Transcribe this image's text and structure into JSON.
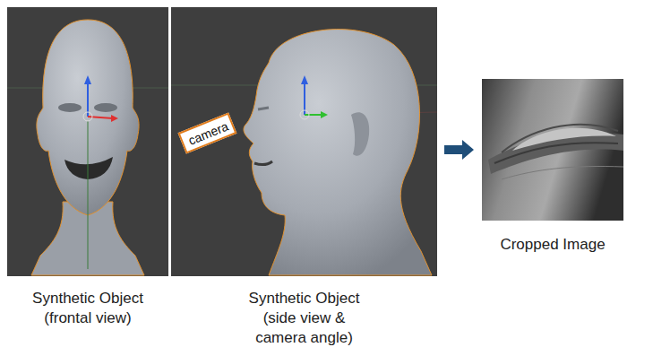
{
  "diagram": {
    "nodes": [
      {
        "text": [
          "Synthetic Object (frontal view)"
        ]
      },
      {
        "text": [
          "Synthetic Object (side view & camera angle)"
        ]
      },
      {
        "text": [
          "camera"
        ],
        "in": 1
      },
      {
        "text": [
          "Cropped Image"
        ]
      }
    ],
    "edges": [
      {
        "from": 1,
        "to": 3,
        "arrow": "to"
      }
    ]
  }
}
